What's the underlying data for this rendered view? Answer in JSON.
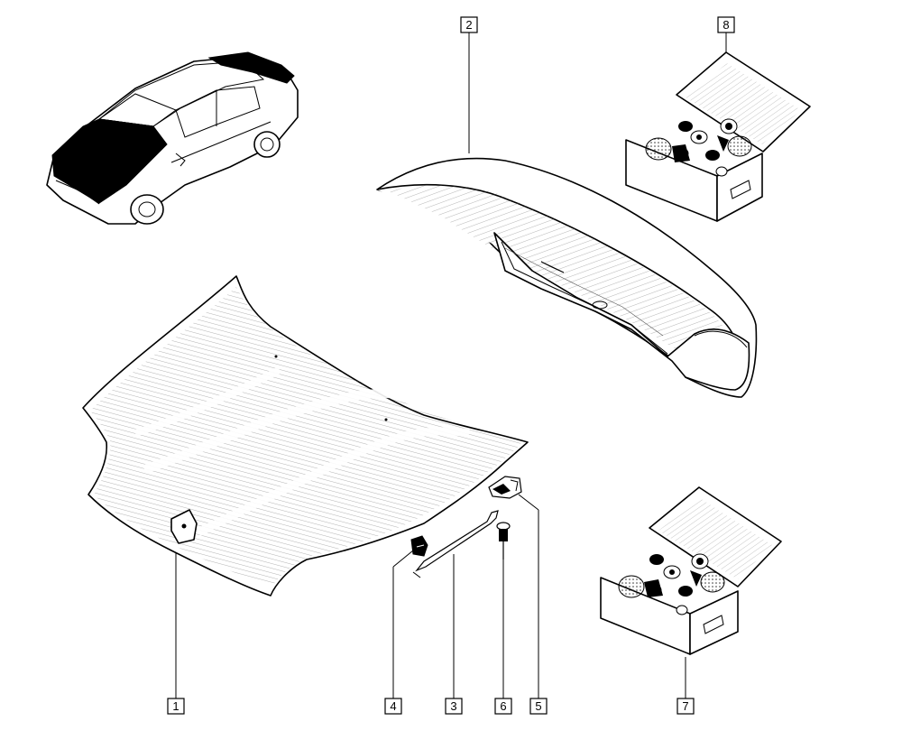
{
  "callouts": {
    "c1": "1",
    "c2": "2",
    "c3": "3",
    "c4": "4",
    "c5": "5",
    "c6": "6",
    "c7": "7",
    "c8": "8"
  },
  "parts": {
    "p1": "bonnet-panel",
    "p2": "boot-lid",
    "p3": "bonnet-stay-rod",
    "p4": "stay-rod-holder",
    "p5": "stay-rod-clip",
    "p6": "bonnet-buffer-pin",
    "p7": "fastener-kit-box",
    "p8": "fastener-kit-box"
  }
}
